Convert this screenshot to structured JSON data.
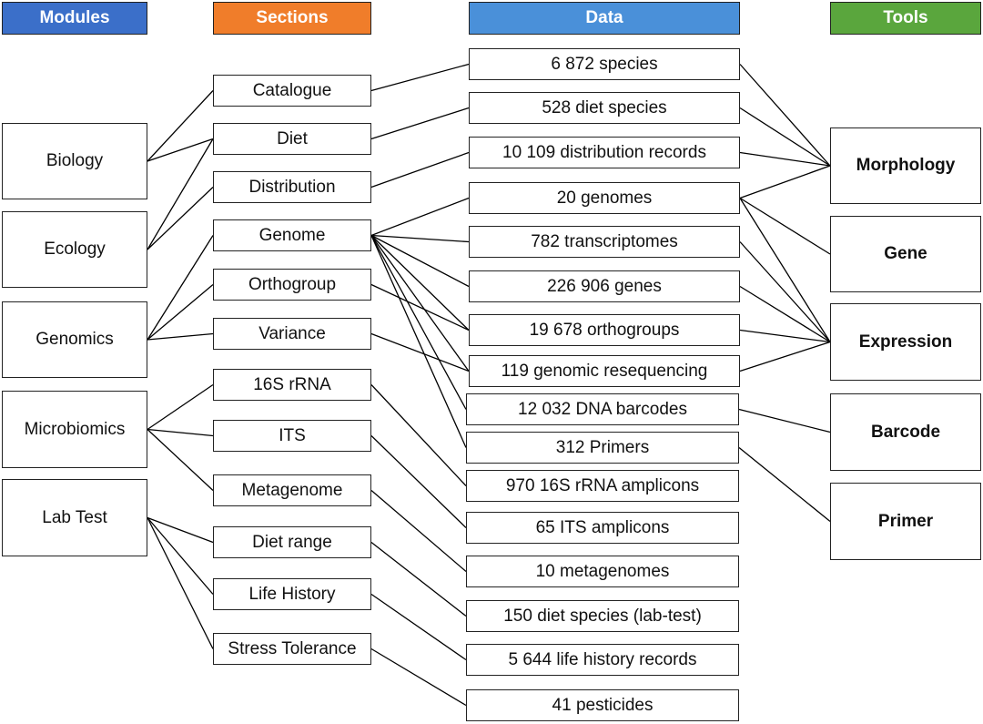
{
  "headers": {
    "modules": {
      "label": "Modules",
      "color": "#3b6fc9"
    },
    "sections": {
      "label": "Sections",
      "color": "#f07d2a"
    },
    "data": {
      "label": "Data",
      "color": "#4a90d9"
    },
    "tools": {
      "label": "Tools",
      "color": "#5aa63d"
    }
  },
  "modules": [
    "Biology",
    "Ecology",
    "Genomics",
    "Microbiomics",
    "Lab Test"
  ],
  "sections": [
    "Catalogue",
    "Diet",
    "Distribution",
    "Genome",
    "Orthogroup",
    "Variance",
    "16S rRNA",
    "ITS",
    "Metagenome",
    "Diet range",
    "Life History",
    "Stress Tolerance"
  ],
  "data": [
    "6 872 species",
    "528 diet species",
    "10 109 distribution records",
    "20 genomes",
    "782 transcriptomes",
    "226 906 genes",
    "19 678 orthogroups",
    "119 genomic resequencing",
    "12 032 DNA barcodes",
    "312 Primers",
    "970 16S rRNA amplicons",
    "65 ITS amplicons",
    "10 metagenomes",
    "150 diet species (lab-test)",
    "5 644 life history records",
    "41 pesticides"
  ],
  "tools": [
    "Morphology",
    "Gene",
    "Expression",
    "Barcode",
    "Primer"
  ],
  "links": {
    "module_section": [
      [
        0,
        0
      ],
      [
        0,
        1
      ],
      [
        1,
        1
      ],
      [
        1,
        2
      ],
      [
        2,
        3
      ],
      [
        2,
        4
      ],
      [
        2,
        5
      ],
      [
        3,
        6
      ],
      [
        3,
        7
      ],
      [
        3,
        8
      ],
      [
        4,
        9
      ],
      [
        4,
        10
      ],
      [
        4,
        11
      ]
    ],
    "section_data": [
      [
        0,
        0
      ],
      [
        1,
        1
      ],
      [
        2,
        2
      ],
      [
        3,
        3
      ],
      [
        3,
        4
      ],
      [
        3,
        5
      ],
      [
        3,
        6
      ],
      [
        3,
        7
      ],
      [
        3,
        8
      ],
      [
        3,
        9
      ],
      [
        4,
        6
      ],
      [
        5,
        7
      ],
      [
        6,
        10
      ],
      [
        7,
        11
      ],
      [
        8,
        12
      ],
      [
        9,
        13
      ],
      [
        10,
        14
      ],
      [
        11,
        15
      ]
    ],
    "data_tool": [
      [
        0,
        0
      ],
      [
        1,
        0
      ],
      [
        2,
        0
      ],
      [
        3,
        1
      ],
      [
        3,
        2
      ],
      [
        4,
        2
      ],
      [
        5,
        2
      ],
      [
        6,
        2
      ],
      [
        7,
        2
      ],
      [
        8,
        3
      ],
      [
        9,
        4
      ],
      [
        3,
        0
      ]
    ]
  }
}
